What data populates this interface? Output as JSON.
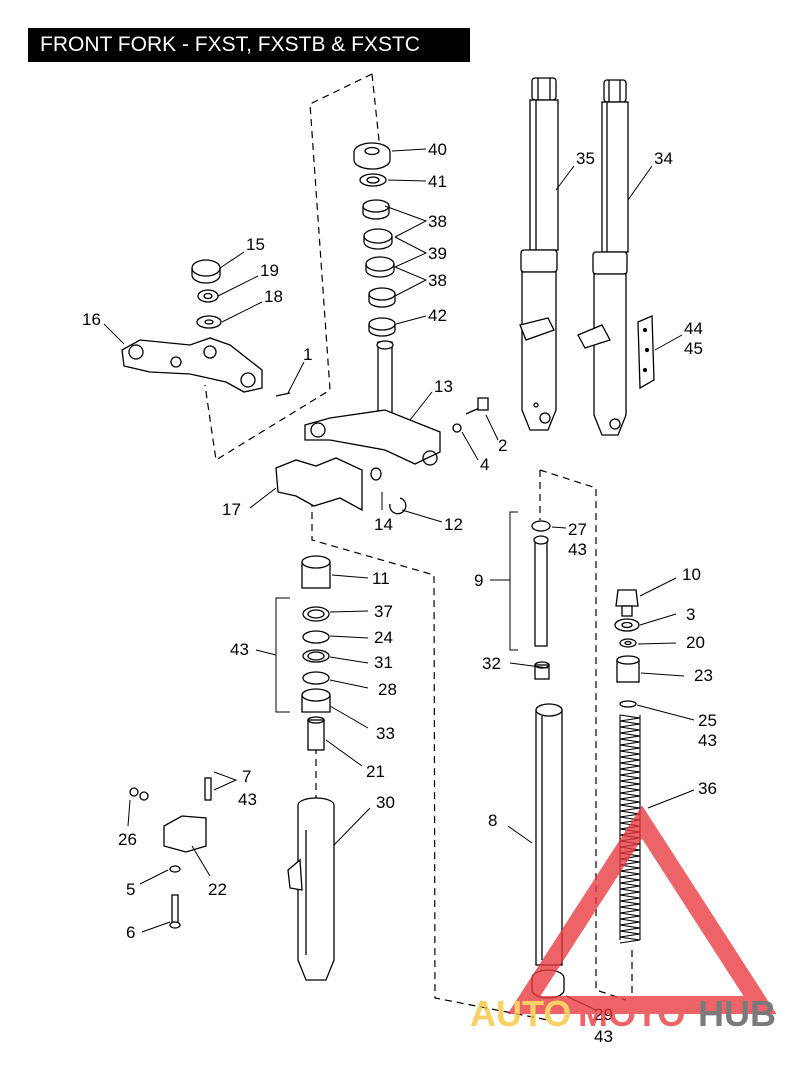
{
  "title": "FRONT FORK - FXST, FXSTB & FXSTC",
  "callouts": [
    {
      "id": "n40",
      "text": "40"
    },
    {
      "id": "n41",
      "text": "41"
    },
    {
      "id": "n38a",
      "text": "38"
    },
    {
      "id": "n39",
      "text": "39"
    },
    {
      "id": "n38b",
      "text": "38"
    },
    {
      "id": "n42",
      "text": "42"
    },
    {
      "id": "n35",
      "text": "35"
    },
    {
      "id": "n34",
      "text": "34"
    },
    {
      "id": "n44",
      "text": "44"
    },
    {
      "id": "n45",
      "text": "45"
    },
    {
      "id": "n15",
      "text": "15"
    },
    {
      "id": "n19",
      "text": "19"
    },
    {
      "id": "n18",
      "text": "18"
    },
    {
      "id": "n16",
      "text": "16"
    },
    {
      "id": "n1",
      "text": "1"
    },
    {
      "id": "n13",
      "text": "13"
    },
    {
      "id": "n2",
      "text": "2"
    },
    {
      "id": "n4",
      "text": "4"
    },
    {
      "id": "n17",
      "text": "17"
    },
    {
      "id": "n14",
      "text": "14"
    },
    {
      "id": "n12",
      "text": "12"
    },
    {
      "id": "n27",
      "text": "27"
    },
    {
      "id": "n43a",
      "text": "43"
    },
    {
      "id": "n9",
      "text": "9"
    },
    {
      "id": "n11",
      "text": "11"
    },
    {
      "id": "n37",
      "text": "37"
    },
    {
      "id": "n24",
      "text": "24"
    },
    {
      "id": "n43b",
      "text": "43"
    },
    {
      "id": "n31",
      "text": "31"
    },
    {
      "id": "n28",
      "text": "28"
    },
    {
      "id": "n33",
      "text": "33"
    },
    {
      "id": "n21",
      "text": "21"
    },
    {
      "id": "n10",
      "text": "10"
    },
    {
      "id": "n3",
      "text": "3"
    },
    {
      "id": "n20",
      "text": "20"
    },
    {
      "id": "n23",
      "text": "23"
    },
    {
      "id": "n32",
      "text": "32"
    },
    {
      "id": "n25",
      "text": "25"
    },
    {
      "id": "n43c",
      "text": "43"
    },
    {
      "id": "n7",
      "text": "7"
    },
    {
      "id": "n43d",
      "text": "43"
    },
    {
      "id": "n26",
      "text": "26"
    },
    {
      "id": "n30",
      "text": "30"
    },
    {
      "id": "n36",
      "text": "36"
    },
    {
      "id": "n8",
      "text": "8"
    },
    {
      "id": "n22",
      "text": "22"
    },
    {
      "id": "n5",
      "text": "5"
    },
    {
      "id": "n6",
      "text": "6"
    },
    {
      "id": "n29",
      "text": "29"
    },
    {
      "id": "n43e",
      "text": "43"
    }
  ],
  "watermark": {
    "part1": "AUTO",
    "part2": "MOTO",
    "part3": "HUB",
    "colors": {
      "triangle": "#e8383d",
      "auto": "#f6c53b",
      "moto": "#e8383d",
      "hub": "#555555"
    }
  }
}
